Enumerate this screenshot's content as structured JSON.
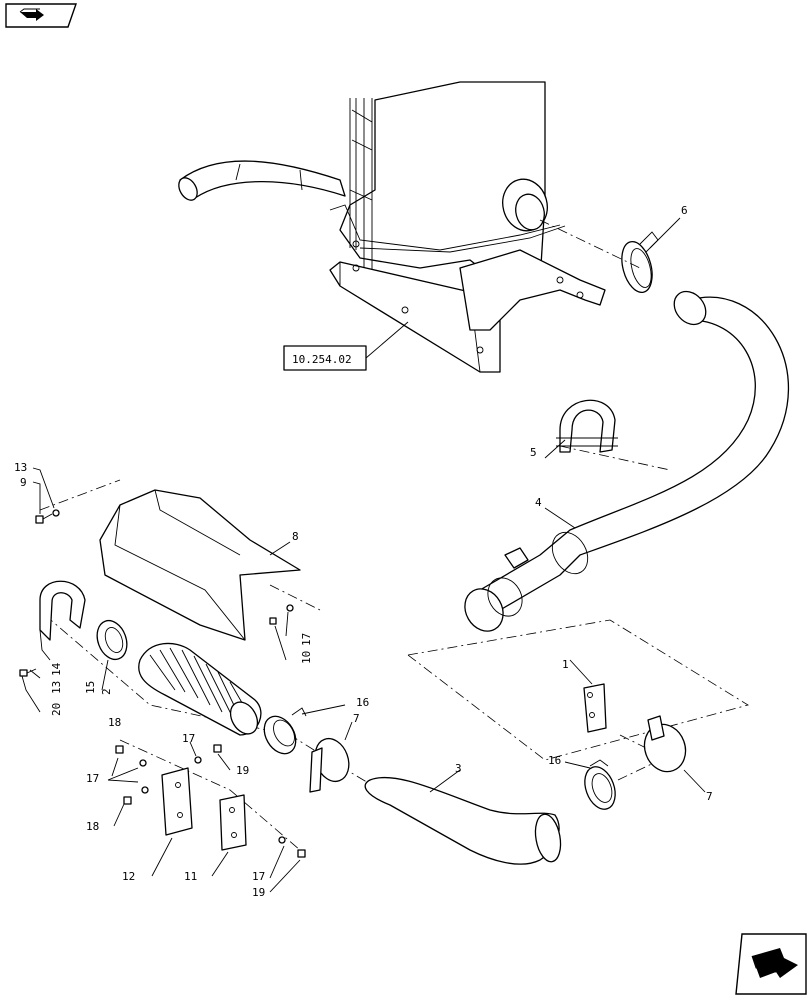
{
  "reference_box": "10.254.02",
  "callouts": {
    "c1": "1",
    "c2": "2",
    "c3": "3",
    "c4": "4",
    "c5": "5",
    "c6": "6",
    "c7a": "7",
    "c7b": "7",
    "c8": "8",
    "c9": "9",
    "c10": "10",
    "c11": "11",
    "c12": "12",
    "c13a": "13",
    "c13b": "13",
    "c14": "14",
    "c15": "15",
    "c16a": "16",
    "c16b": "16",
    "c17a": "17",
    "c17b": "17",
    "c17c": "17",
    "c17d": "17",
    "c18a": "18",
    "c18b": "18",
    "c19a": "19",
    "c19b": "19",
    "c20": "20"
  },
  "icons": {
    "top_left": "nav-return-icon",
    "bottom_right": "nav-next-icon"
  }
}
